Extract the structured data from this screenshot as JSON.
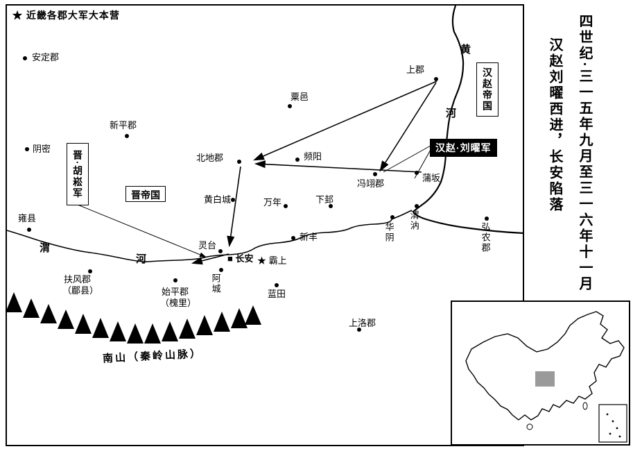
{
  "title": {
    "col1": "四世纪·三一五年九月至三一六年十一月",
    "col2": "汉赵刘曜西进，长安陷落"
  },
  "legend": {
    "star": "★",
    "label": "近畿各郡大军大本营"
  },
  "boxes": {
    "jin_empire": "晋帝国",
    "hanzhao_empire": "汉赵帝国",
    "jin_husong_army": "晋·胡崧军",
    "hanzhao_liuyao_army": "汉赵·刘曜军"
  },
  "rivers": {
    "yellow_upper": "黄",
    "yellow_lower": "河",
    "wei_west": "渭",
    "wei_east": "河"
  },
  "mountain_label": "南山（秦岭山脉）",
  "markers": {
    "capital": "■",
    "hq_star": "★"
  },
  "places": {
    "anding": "安定郡",
    "xinping": "新平郡",
    "yinmi": "阴密",
    "yong": "雍县",
    "fufeng": "扶风郡",
    "fufeng_alt": "（郿县）",
    "shiping": "始平郡",
    "shiping_alt": "（槐里）",
    "lingtai": "灵台",
    "huangbai": "黄白城",
    "beidi": "北地郡",
    "pinyang": "频阳",
    "suyi": "粟邑",
    "shangjun": "上郡",
    "wannian": "万年",
    "xiagui": "下邽",
    "fengyi": "冯翊郡",
    "puban": "蒲坂",
    "xinfeng": "新丰",
    "changan": "长安",
    "acheng": "阿城",
    "bashang": "霸上",
    "lantian": "蓝田",
    "weirui": "渭汭",
    "huayin": "华阴",
    "hongnong": "弘农郡",
    "shangluo": "上洛郡"
  }
}
